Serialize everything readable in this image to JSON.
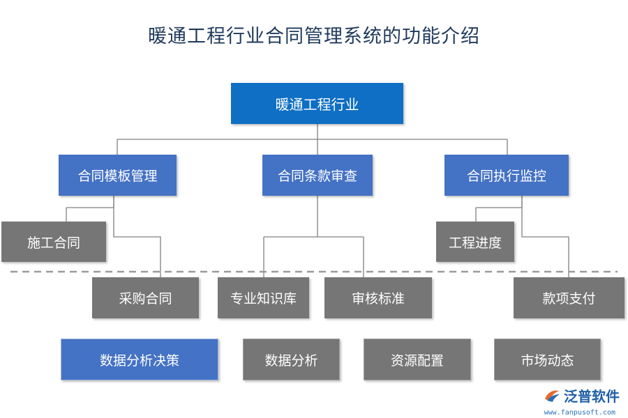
{
  "title": "暖通工程行业合同管理系统的功能介绍",
  "root": "暖通工程行业",
  "level1": [
    "合同模板管理",
    "合同条款审查",
    "合同执行监控"
  ],
  "level2_left": [
    "施工合同",
    "采购合同"
  ],
  "level2_middle": [
    "专业知识库",
    "审核标准"
  ],
  "level2_right": [
    "工程进度",
    "款项支付"
  ],
  "bottom": [
    "数据分析决策",
    "数据分析",
    "资源配置",
    "市场动态"
  ],
  "logo": {
    "text": "泛普软件",
    "url": "www.fanpusoft.com"
  },
  "colors": {
    "root": "#0e6fc4",
    "blue": "#4472c4",
    "gray": "#767676",
    "line": "#808080",
    "title": "#1f3a5c"
  }
}
